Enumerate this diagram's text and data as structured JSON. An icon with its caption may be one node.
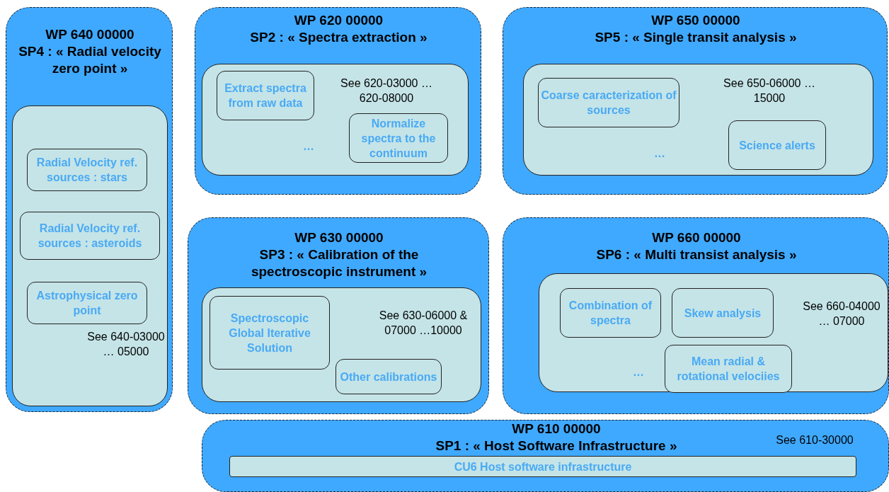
{
  "diagram": {
    "nodes": [
      {
        "text": [
          "WP 640 00000",
          "SP4 : « Radial velocity zero point »"
        ]
      },
      {
        "text": [
          "See 640-03000 … 05000"
        ],
        "in": 0
      },
      {
        "text": [
          "Radial Velocity ref. sources : stars"
        ],
        "in": 1
      },
      {
        "text": [
          "Radial Velocity ref. sources : asteroids"
        ],
        "in": 1
      },
      {
        "text": [
          "Astrophysical zero point"
        ],
        "in": 1
      },
      {
        "text": [
          "WP 620 00000",
          "SP2 : « Spectra extraction »"
        ]
      },
      {
        "text": [
          "See 620-03000 … 620-08000",
          "…"
        ],
        "in": 5
      },
      {
        "text": [
          "Extract spectra from raw data"
        ],
        "in": 6
      },
      {
        "text": [
          "Normalize spectra to the continuum"
        ],
        "in": 6
      },
      {
        "text": [
          "WP 650 00000",
          "SP5 : « Single transit analysis »"
        ]
      },
      {
        "text": [
          "See 650-06000 … 15000",
          "…"
        ],
        "in": 9
      },
      {
        "text": [
          "Coarse caracterization of sources"
        ],
        "in": 10
      },
      {
        "text": [
          "Science alerts"
        ],
        "in": 10
      },
      {
        "text": [
          "WP 630 00000",
          "SP3 : « Calibration of the spectroscopic instrument »"
        ]
      },
      {
        "text": [
          "See 630-06000 & 07000 …10000"
        ],
        "in": 13
      },
      {
        "text": [
          "Spectroscopic Global Iterative Solution"
        ],
        "in": 14
      },
      {
        "text": [
          "Other calibrations"
        ],
        "in": 14
      },
      {
        "text": [
          "WP 660 00000",
          "SP6 : « Multi transist analysis »"
        ]
      },
      {
        "text": [
          "See 660-04000 … 07000",
          "…"
        ],
        "in": 17
      },
      {
        "text": [
          "Combination of spectra"
        ],
        "in": 18
      },
      {
        "text": [
          "Skew analysis"
        ],
        "in": 18
      },
      {
        "text": [
          "Mean radial & rotational velociies"
        ],
        "in": 18
      },
      {
        "text": [
          "WP 610 00000",
          "SP1 : « Host Software Infrastructure »",
          "See 610-30000"
        ]
      },
      {
        "text": [
          "CU6 Host software infrastructure"
        ],
        "in": 22
      }
    ]
  }
}
